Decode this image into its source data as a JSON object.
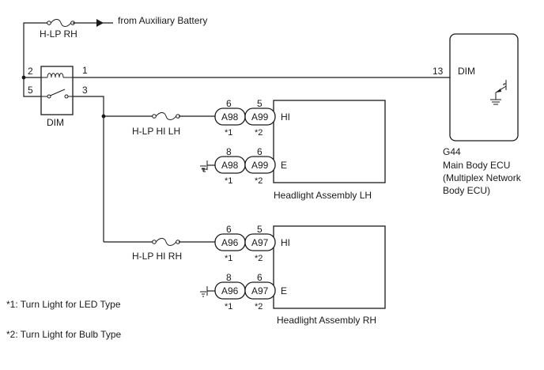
{
  "diagram": {
    "battery_note": "from Auxiliary Battery",
    "fuse_top": "H-LP RH",
    "fuse_hi_lh": "H-LP HI LH",
    "fuse_hi_rh": "H-LP HI RH",
    "relay": {
      "label": "DIM",
      "pin_2": "2",
      "pin_5": "5",
      "pin_1": "1",
      "pin_3": "3"
    },
    "ecu": {
      "id": "G44",
      "name": "Main Body ECU",
      "name_line2": "(Multiplex Network",
      "name_line3": "Body ECU)",
      "pin": "13",
      "pin_label": "DIM"
    },
    "headlight_lh": {
      "title": "Headlight Assembly LH",
      "hi": {
        "pin_a": "6",
        "conn_a": "A98",
        "pin_b": "5",
        "conn_b": "A99",
        "note_a": "*1",
        "note_b": "*2",
        "label": "HI"
      },
      "e": {
        "pin_a": "8",
        "conn_a": "A98",
        "pin_b": "6",
        "conn_b": "A99",
        "note_a": "*1",
        "note_b": "*2",
        "label": "E"
      }
    },
    "headlight_rh": {
      "title": "Headlight Assembly RH",
      "hi": {
        "pin_a": "6",
        "conn_a": "A96",
        "pin_b": "5",
        "conn_b": "A97",
        "note_a": "*1",
        "note_b": "*2",
        "label": "HI"
      },
      "e": {
        "pin_a": "8",
        "conn_a": "A96",
        "pin_b": "6",
        "conn_b": "A97",
        "note_a": "*1",
        "note_b": "*2",
        "label": "E"
      }
    },
    "legend": {
      "note1": "*1: Turn Light for LED Type",
      "note2": "*2: Turn Light for Bulb Type"
    }
  }
}
